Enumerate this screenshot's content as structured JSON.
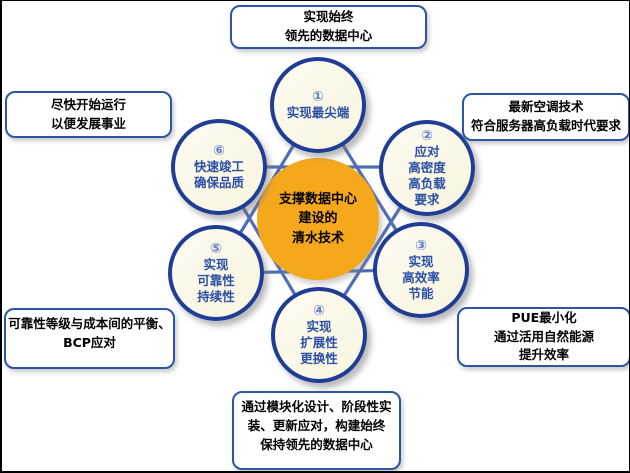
{
  "colors": {
    "circle_border": "#1F3D94",
    "circle_fill": "#FAF7E6",
    "circle_text": "#2B50A5",
    "circle_number": "#5F7EC9",
    "center_fill": "#F6A81C",
    "connector_line": "#4F6EB5",
    "callout_border": "#2C55A6",
    "callout_text": "#000000"
  },
  "center_circle": {
    "lines": [
      "支撑数据中心",
      "建设的",
      "清水技术"
    ]
  },
  "circles": [
    {
      "num": "①",
      "lines": [
        "实现最尖端"
      ]
    },
    {
      "num": "②",
      "lines": [
        "应对",
        "高密度",
        "高负载",
        "要求"
      ]
    },
    {
      "num": "③",
      "lines": [
        "实现",
        "高效率",
        "节能"
      ]
    },
    {
      "num": "④",
      "lines": [
        "实现",
        "扩展性",
        "更换性"
      ]
    },
    {
      "num": "⑤",
      "lines": [
        "实现",
        "可靠性",
        "持续性"
      ]
    },
    {
      "num": "⑥",
      "lines": [
        "快速竣工",
        "确保品质"
      ]
    }
  ],
  "callouts": {
    "top": {
      "lines": [
        "实现始终",
        "领先的数据中心"
      ]
    },
    "upper_right": {
      "lines": [
        "最新空调技术",
        "符合服务器高负载时代要求"
      ]
    },
    "lower_right": {
      "lines": [
        "PUE最小化",
        "通过活用自然能源",
        "提升效率"
      ]
    },
    "bottom": {
      "lines": [
        "通过模块化设计、阶段性实",
        "装、更新应对，构建始终",
        "保持领先的数据中心"
      ]
    },
    "lower_left": {
      "lines": [
        "可靠性等级与成本间的平衡、",
        "BCP应对"
      ]
    },
    "upper_left": {
      "lines": [
        "尽快开始运行",
        "以便发展事业"
      ]
    }
  }
}
